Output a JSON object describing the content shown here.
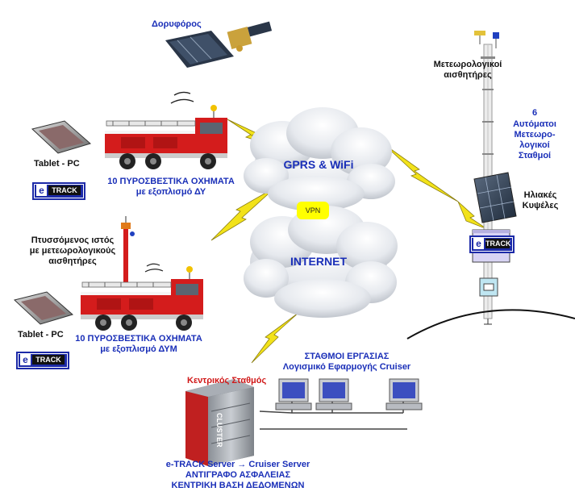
{
  "labels": {
    "satellite": "Δορυφόρος",
    "met_sensors": "Μετεωρολογικοί\nαισθητήρες",
    "stations_count": "6",
    "stations_desc": "Αυτόματοι\nΜετεωρο-\nλογικοί\nΣταθμοί",
    "solar": "Ηλιακές\nΚυψέλες",
    "tablet_top": "Tablet - PC",
    "tablet_bottom": "Tablet - PC",
    "trucks_top": "10 ΠΥΡΟΣΒΕΣΤΙΚΑ ΟΧΗΜΑΤΑ\nμε εξοπλισμό ΔΥ",
    "trucks_bottom": "10 ΠΥΡΟΣΒΕΣΤΙΚΑ ΟΧΗΜΑΤΑ\nμε εξοπλισμό ΔΥΜ",
    "mast": "Πτυσσόμενος ιστός\nμε μετεωρολογικούς\nαισθητήρες",
    "cloud_top": "GPRS & WiFi",
    "vpn": "VPN",
    "cloud_bottom": "INTERNET",
    "workstations": "ΣΤΑΘΜΟΙ ΕΡΓΑΣΙΑΣ\nΛογισμικό Εφαρμογής Cruiser",
    "central": "Κεντρικός Σταθμός",
    "cluster": "CLUSTER",
    "server": "e-TRACK Server → Cruiser Server\nΑΝΤΙΓΡΑΦΟ ΑΣΦΑΛΕΙΑΣ\nΚΕΝΤΡΙΚΗ ΒΑΣΗ ΔΕΔΟΜΕΝΩΝ"
  },
  "etrack": {
    "e": "e",
    "text": "TRACK"
  },
  "colors": {
    "label_blue": "#1a2fb8",
    "label_red": "#d01818",
    "lightning": "#f2e21a",
    "truck_red": "#d41c1c",
    "cloud": "#dde1e6",
    "vpn_bg": "#ffff00"
  }
}
